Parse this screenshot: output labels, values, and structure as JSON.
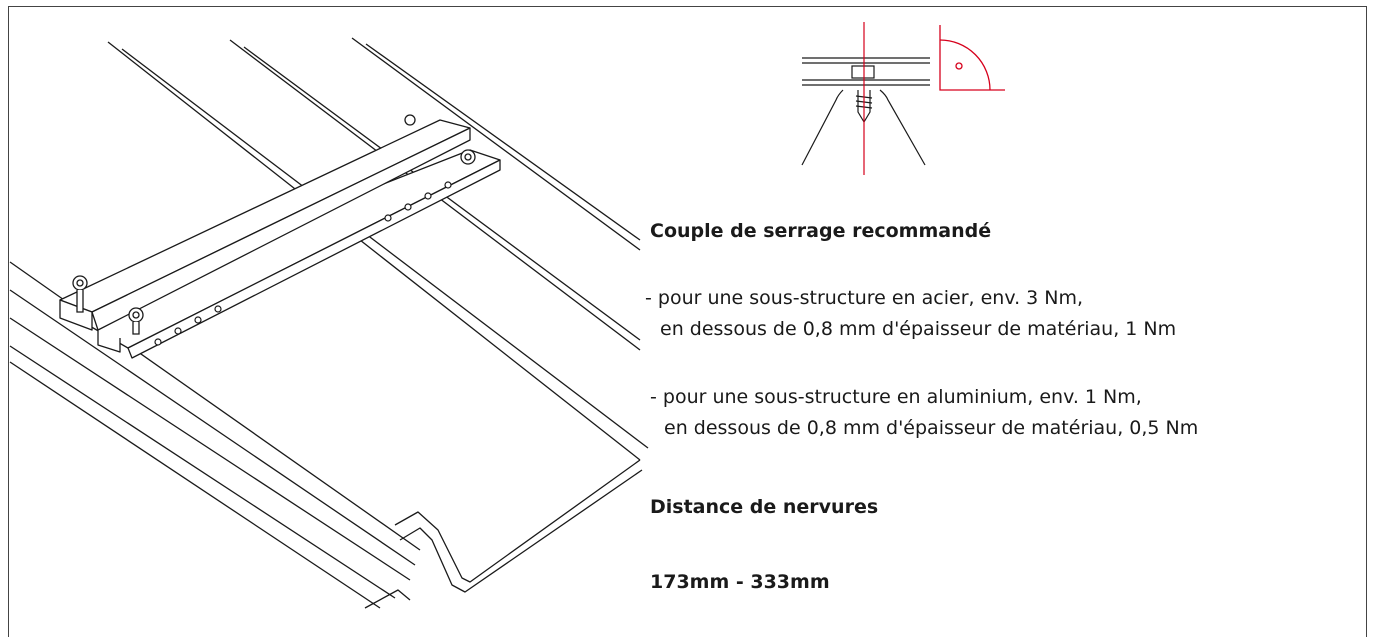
{
  "texts": {
    "torque_heading": "Couple de serrage recommandé",
    "steel_line1": "- pour une sous-structure en acier, env. 3 Nm,",
    "steel_line2": "en dessous de 0,8 mm d'épaisseur de matériau, 1 Nm",
    "alu_line1": "- pour une sous-structure en aluminium, env. 1 Nm,",
    "alu_line2": "en dessous de 0,8 mm d'épaisseur de matériau, 0,5 Nm",
    "rib_heading": "Distance de nervures",
    "rib_value": "173mm - 333mm"
  },
  "colors": {
    "line": "#1a1a1a",
    "accent": "#d6001c"
  },
  "icons": [
    "screw-detail-icon",
    "angle-90-icon"
  ]
}
